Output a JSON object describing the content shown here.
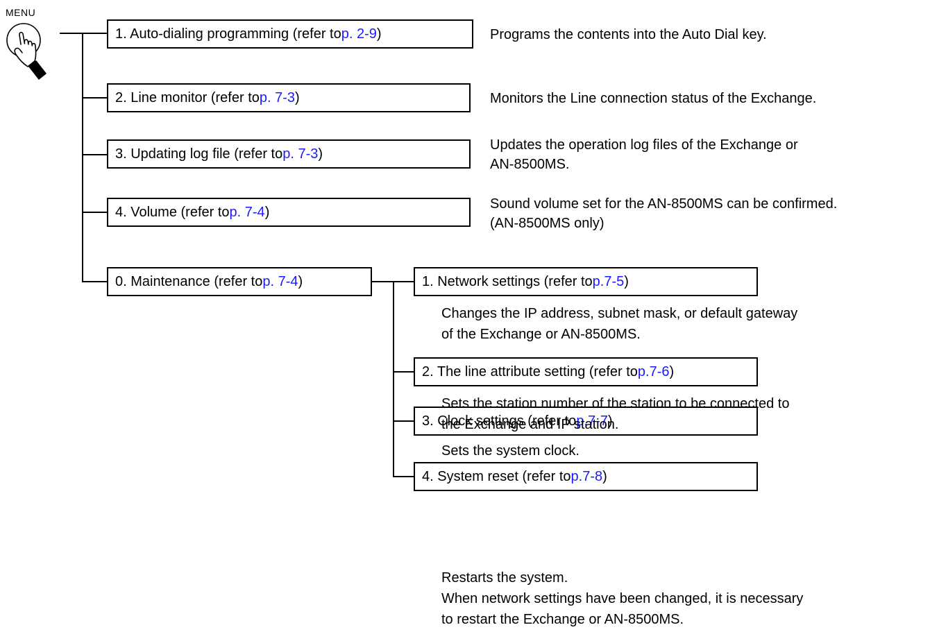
{
  "menu_label": "MENU",
  "main_items": [
    {
      "label": "1. Auto-dialing programming (refer to ",
      "ref": "p. 2-9",
      "close": ")",
      "desc": [
        "Programs the contents into the Auto Dial key."
      ]
    },
    {
      "label": "2. Line monitor (refer to ",
      "ref": "p. 7-3",
      "close": ")",
      "desc": [
        "Monitors the Line connection status of the Exchange."
      ]
    },
    {
      "label": "3. Updating log file (refer to ",
      "ref": "p. 7-3",
      "close": ")",
      "desc": [
        "Updates the operation log files of the Exchange or",
        "AN-8500MS."
      ]
    },
    {
      "label": "4. Volume (refer to ",
      "ref": "p. 7-4",
      "close": ")",
      "desc": [
        "Sound volume set for the AN-8500MS can be confirmed.",
        "(AN-8500MS only)"
      ]
    },
    {
      "label": "0. Maintenance (refer to ",
      "ref": "p. 7-4",
      "close": ")",
      "desc": []
    }
  ],
  "sub_items": [
    {
      "label": "1. Network settings (refer to ",
      "ref": "p.7-5",
      "close": ")",
      "desc": [
        "Changes the IP address, subnet mask, or default gateway",
        "of the Exchange or AN-8500MS."
      ]
    },
    {
      "label": "2. The line attribute setting (refer to ",
      "ref": "p.7-6",
      "close": ")",
      "desc": [
        "Sets the station number of the station to be connected to",
        "the Exchange and IP station."
      ]
    },
    {
      "label": "3. Clock settings (refer to ",
      "ref": "p.7-7",
      "close": ")",
      "desc": [
        "Sets the system clock."
      ]
    },
    {
      "label": "4. System reset (refer to ",
      "ref": "p.7-8",
      "close": ")",
      "desc": [
        "Restarts the system.",
        "When network settings have been changed, it is necessary",
        "to restart the Exchange or AN-8500MS."
      ]
    }
  ]
}
